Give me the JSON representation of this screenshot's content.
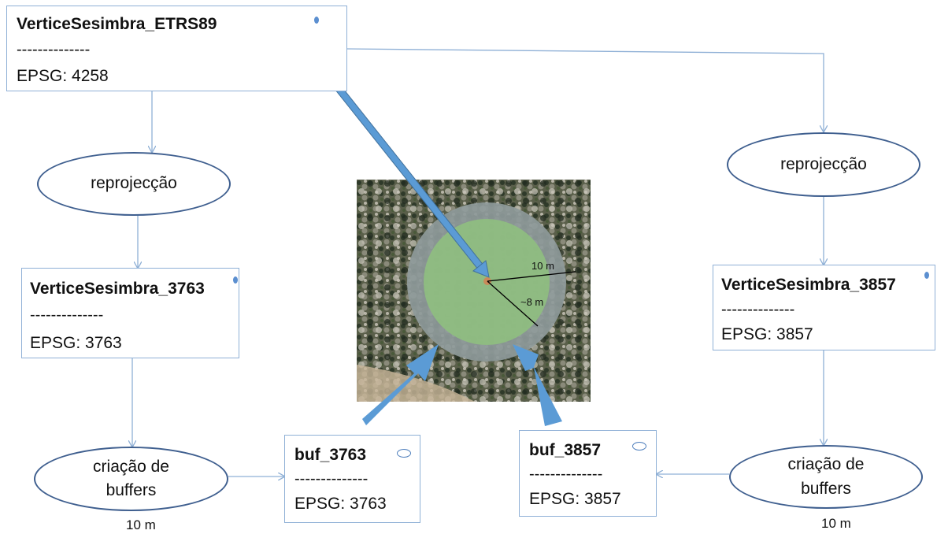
{
  "layers": {
    "etrs89": {
      "name": "VerticeSesimbra_ETRS89",
      "separator": "--------------",
      "epsg": "EPSG: 4258",
      "geometry_icon": "point-icon"
    },
    "pt3763": {
      "name": "VerticeSesimbra_3763",
      "separator": "--------------",
      "epsg": "EPSG: 3763",
      "geometry_icon": "point-icon"
    },
    "pt3857": {
      "name": "VerticeSesimbra_3857",
      "separator": "--------------",
      "epsg": "EPSG: 3857",
      "geometry_icon": "point-icon"
    },
    "buf3763": {
      "name": "buf_3763",
      "separator": "--------------",
      "epsg": "EPSG: 3763",
      "geometry_icon": "polygon-icon"
    },
    "buf3857": {
      "name": "buf_3857",
      "separator": "--------------",
      "epsg": "EPSG: 3857",
      "geometry_icon": "polygon-icon"
    }
  },
  "processes": {
    "reproj_left": {
      "label": "reprojecção"
    },
    "reproj_right": {
      "label": "reprojecção"
    },
    "buffer_left": {
      "label": "criação de buffers",
      "parameter": "10 m"
    },
    "buffer_right": {
      "label": "criação de buffers",
      "parameter": "10 m"
    }
  },
  "map_view": {
    "outer_buffer_label": "10 m",
    "inner_buffer_label": "~8 m"
  },
  "colors": {
    "box_border": "#8fb0d6",
    "ellipse_border": "#3f5f8f",
    "connector": "#8fb0d6",
    "callout_arrow": "#5b9bd5",
    "outer_buffer": "#8e9a9a",
    "inner_buffer": "#8fbf80"
  }
}
